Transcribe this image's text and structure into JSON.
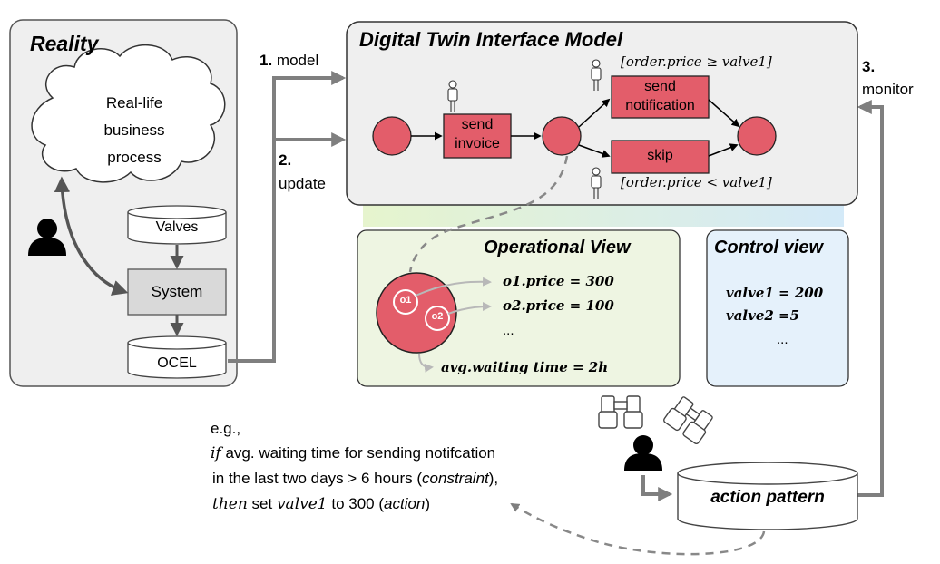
{
  "reality": {
    "title": "Reality",
    "cloud_lines": [
      "Real-life",
      "business",
      "process"
    ],
    "valves_db": "Valves",
    "system": "System",
    "ocel_db": "OCEL"
  },
  "arrows": {
    "model_num": "1.",
    "model_text": "model",
    "update_num": "2.",
    "update_text": "update",
    "monitor_num": "3.",
    "monitor_text": "monitor"
  },
  "twin": {
    "title": "Digital Twin Interface Model",
    "send_invoice": [
      "send",
      "invoice"
    ],
    "send_notification": [
      "send",
      "notification"
    ],
    "skip": "skip",
    "guard_top": "[order.price ≥ valve1]",
    "guard_bottom": "[order.price < valve1]"
  },
  "operational": {
    "title": "Operational View",
    "token1": "o1",
    "token2": "o2",
    "line1": "o1.price = 300",
    "line2": "o2.price = 100",
    "ellipsis": "...",
    "waiting": "avg.waiting time = 2h"
  },
  "control": {
    "title": "Control view",
    "line1": "valve1 = 200",
    "line2": "valve2 =5",
    "ellipsis": "..."
  },
  "example": {
    "line1": "e.g.,",
    "if_kw": "if",
    "line2_rest": "avg. waiting time for sending notifcation",
    "line3": "in the last two days > 6 hours (",
    "line3_constraint": "constraint",
    "line3_end": "),",
    "then_kw": "then",
    "line4_mid": "set",
    "line4_valve": "valve1",
    "line4_rest": "to 300 (",
    "line4_action": "action",
    "line4_end": ")"
  },
  "action_pattern": "action pattern",
  "colors": {
    "place_fill": "#e35d6a",
    "reality_bg": "#efefef",
    "op_bg": "#eef5e2",
    "ctrl_bg": "#e5f1fb",
    "arrow": "#7f7f7f"
  }
}
